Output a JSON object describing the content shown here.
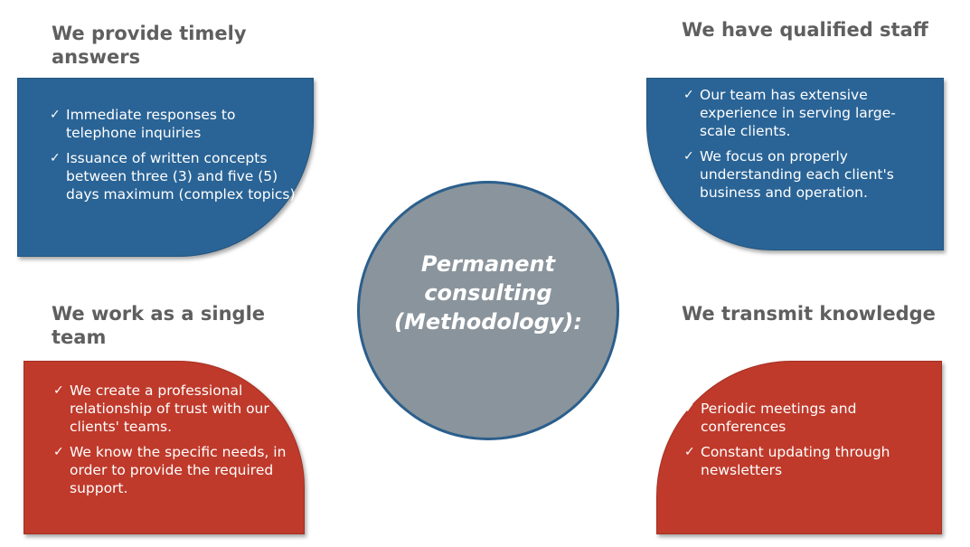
{
  "center": {
    "line1": "Permanent",
    "line2": "consulting",
    "line3": "(Methodology):"
  },
  "quadrants": {
    "top_left": {
      "heading_line1": "We provide timely",
      "heading_line2": "answers",
      "items": [
        "Immediate responses to telephone inquiries",
        "Issuance of written concepts between three (3) and five (5) days maximum (complex topics)."
      ]
    },
    "top_right": {
      "heading": "We have qualified staff",
      "items": [
        "Our team has extensive experience in serving large-scale clients.",
        "We focus on properly understanding each client's business and operation."
      ]
    },
    "bottom_left": {
      "heading_line1": "We work as a single",
      "heading_line2": "team",
      "items": [
        "We create a professional relationship of trust with our clients' teams.",
        "We know the specific needs, in order to provide the required support."
      ]
    },
    "bottom_right": {
      "heading": "We transmit knowledge",
      "items": [
        "Periodic meetings and conferences",
        "Constant updating through newsletters"
      ]
    }
  },
  "check_symbol": "✓",
  "colors": {
    "blue": "#2a6496",
    "red": "#bf3a2b",
    "circle": "#8a949c",
    "heading": "#5f5f5f"
  }
}
